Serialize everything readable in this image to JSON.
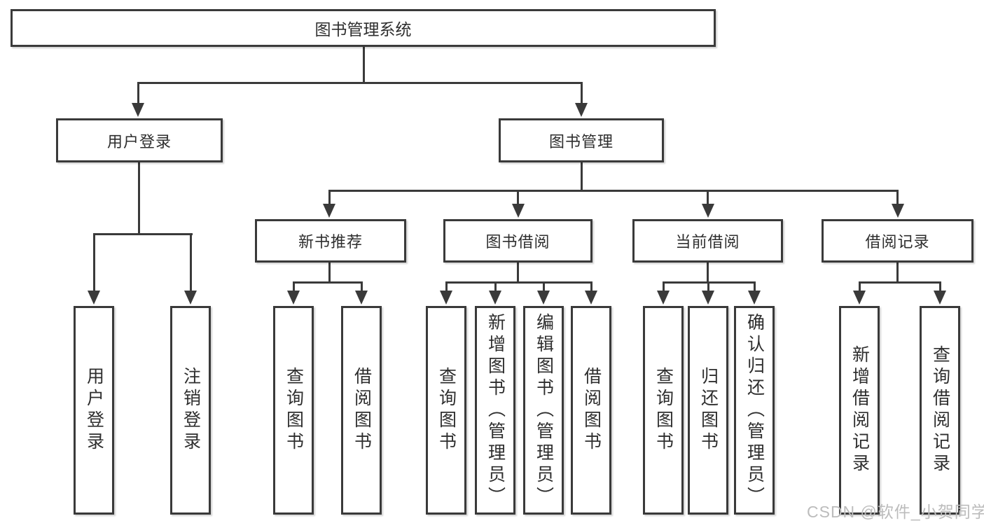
{
  "diagram": {
    "watermark": "CSDN @软件_小贺同学",
    "colors": {
      "line": "#3a3a3a",
      "box_border": "#3a3a3a",
      "box_fill": "#ffffff",
      "text": "#2e2e2e",
      "watermark": "#bcbcbc",
      "background": "#ffffff"
    },
    "nodes": {
      "root": "图书管理系统",
      "level2": [
        "用户登录",
        "图书管理"
      ],
      "level3": [
        "新书推荐",
        "图书借阅",
        "当前借阅",
        "借阅记录"
      ],
      "leaves_user_login": [
        "用户登录",
        "注销登录"
      ],
      "leaves_new_book": [
        "查询图书",
        "借阅图书"
      ],
      "leaves_book_borrow": [
        "查询图书",
        "新增图书（管理员）",
        "编辑图书（管理员）",
        "借阅图书"
      ],
      "leaves_current_borrow": [
        "查询图书",
        "归还图书",
        "确认归还（管理员）"
      ],
      "leaves_borrow_record": [
        "新增借阅记录",
        "查询借阅记录"
      ]
    }
  }
}
